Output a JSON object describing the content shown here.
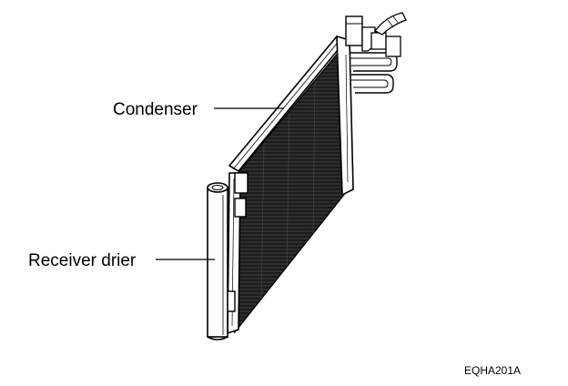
{
  "labels": {
    "condenser": "Condenser",
    "receiver_drier": "Receiver drier"
  },
  "figure_code": "EQHA201A",
  "colors": {
    "ink": "#000000",
    "core": "#1a1a1a",
    "paper": "#ffffff"
  }
}
